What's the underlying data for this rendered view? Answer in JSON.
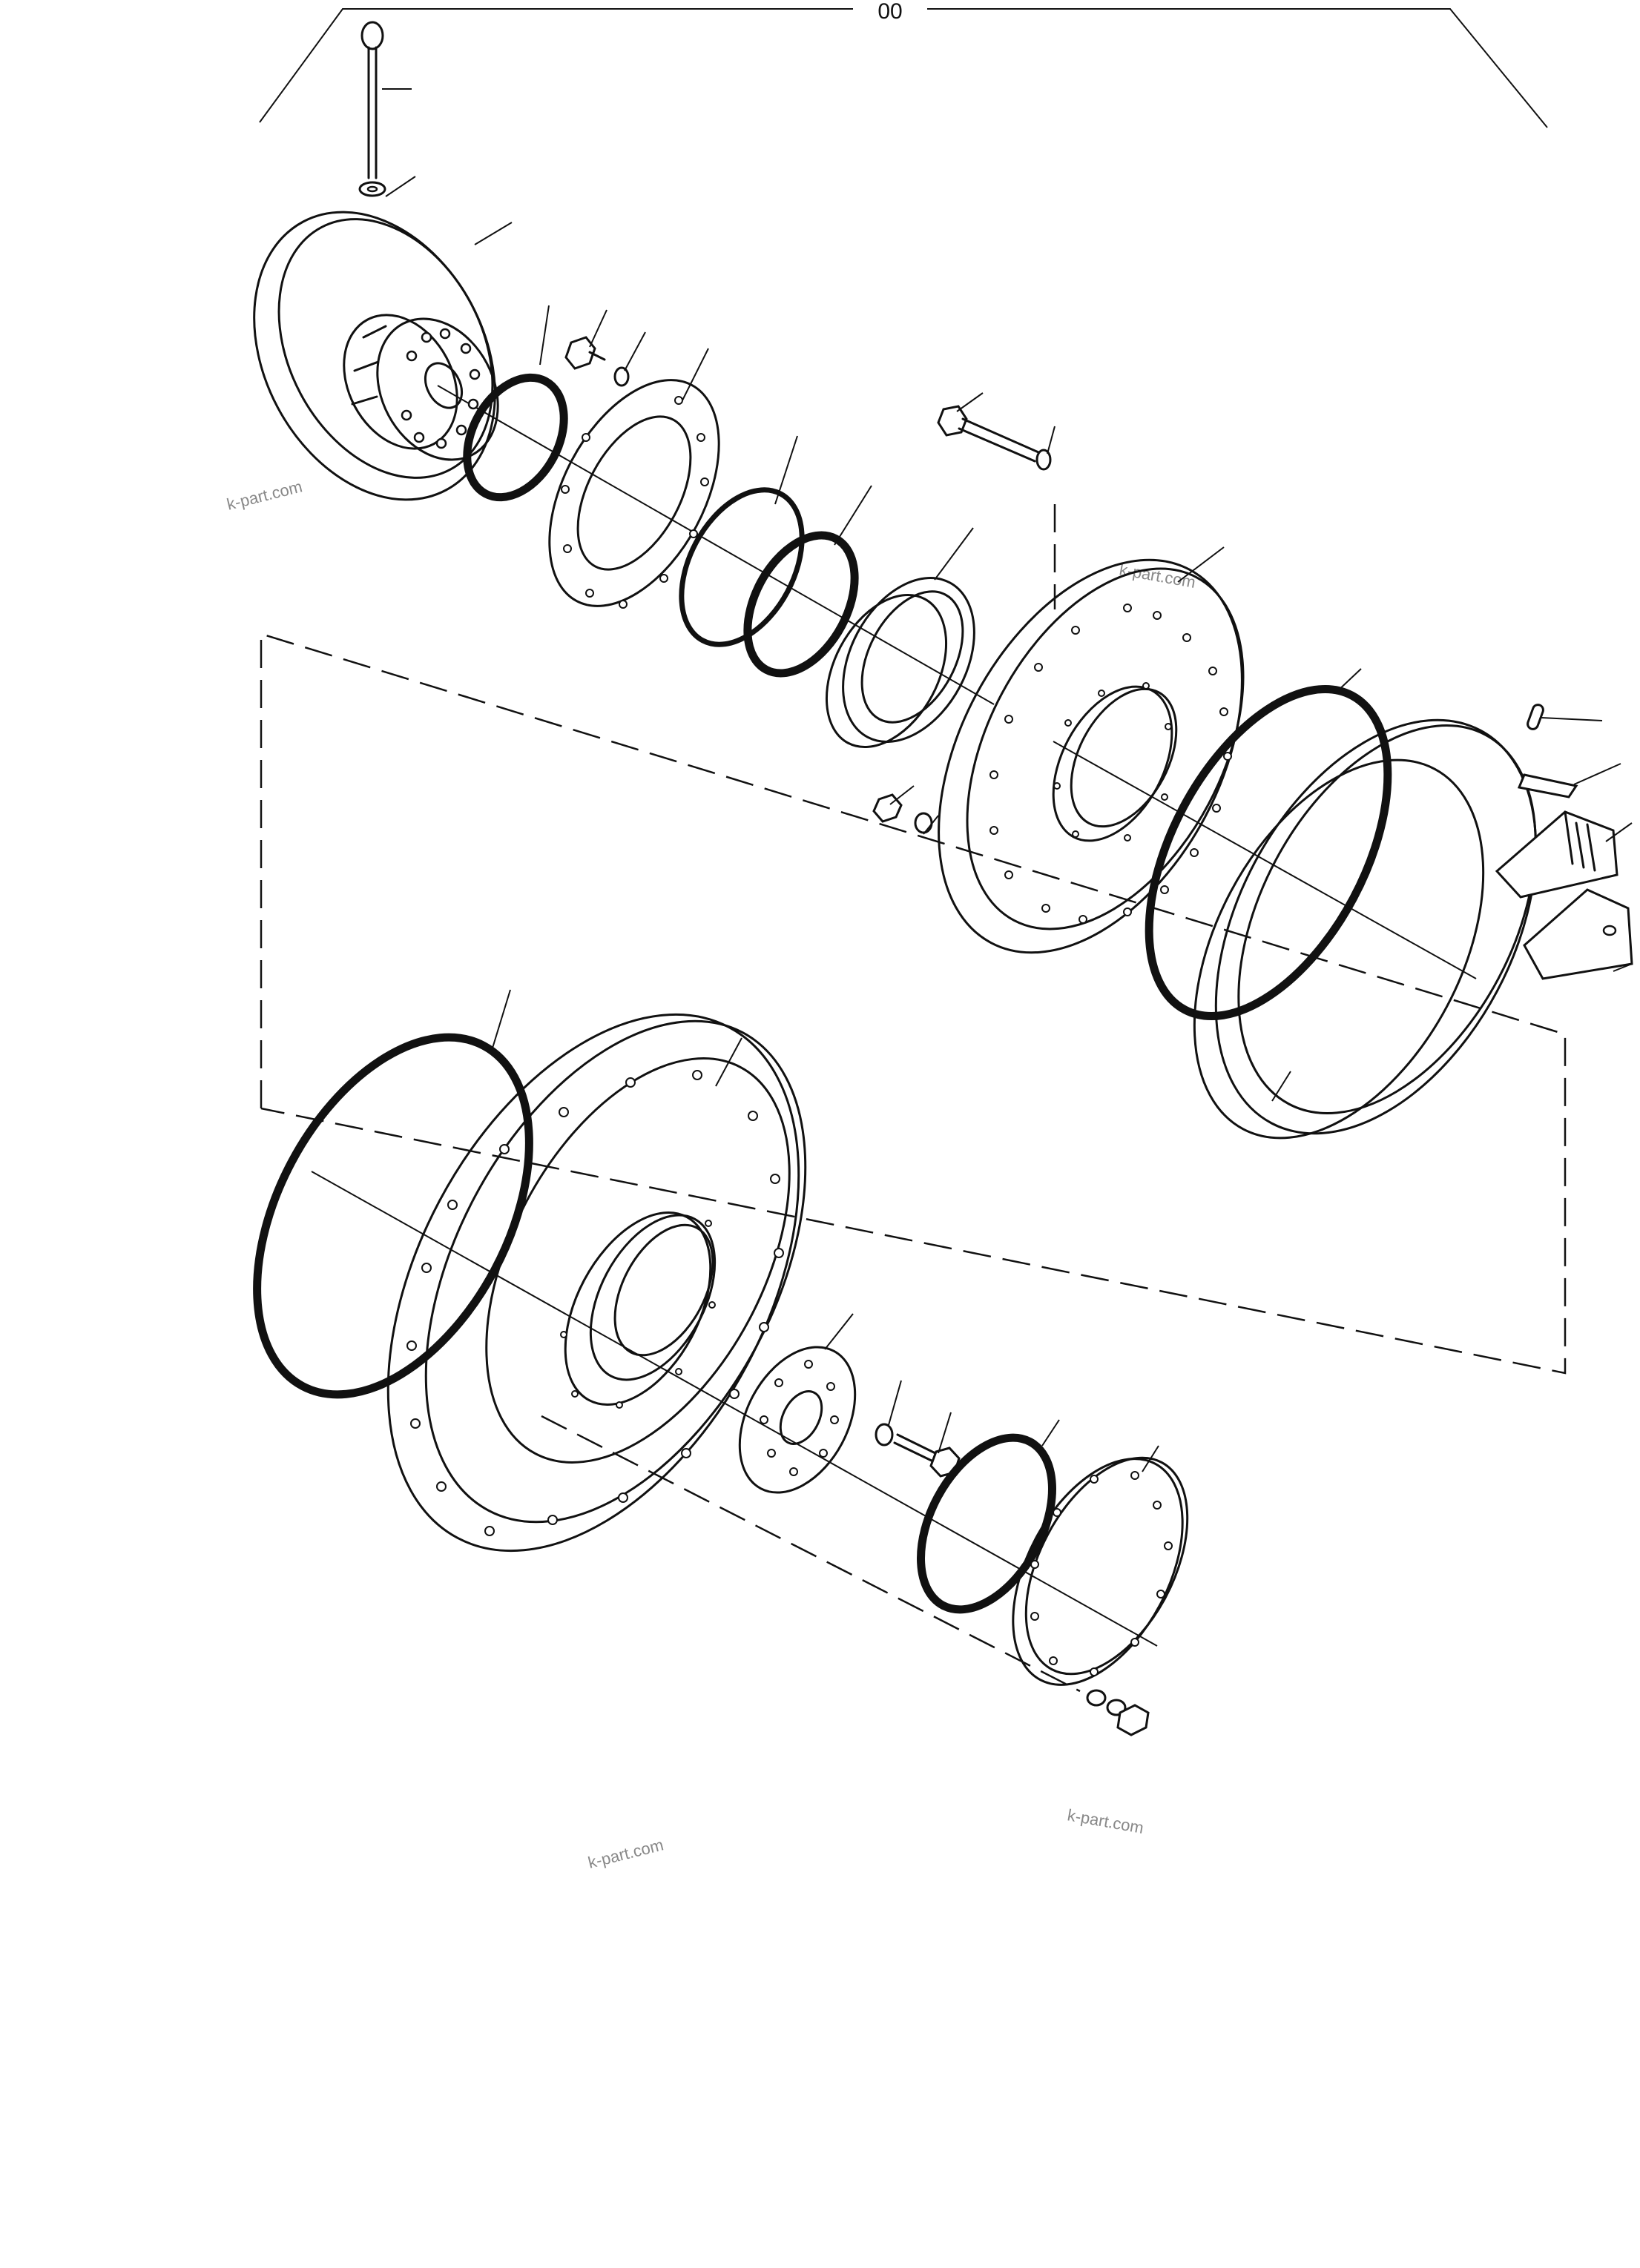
{
  "diagram": {
    "group_code": "00",
    "watermarks": [
      "k-part.com",
      "k-part.com",
      "k-part.com",
      "k-part.com"
    ],
    "parts": [
      "pin-bolt",
      "washer",
      "hub-disc",
      "snap-ring",
      "bolt",
      "lock-washer",
      "retainer-plate",
      "snap-ring-large",
      "o-ring",
      "seal-bushing",
      "long-bolt",
      "lock-washer",
      "flange-disc",
      "large-snap-ring",
      "bolt",
      "washer",
      "housing-ring",
      "pin",
      "plate",
      "friction-block",
      "bracket",
      "large-snap-ring",
      "main-housing",
      "plate-washer",
      "washer",
      "bolt",
      "o-ring",
      "end-cover",
      "washer",
      "bolt"
    ]
  }
}
